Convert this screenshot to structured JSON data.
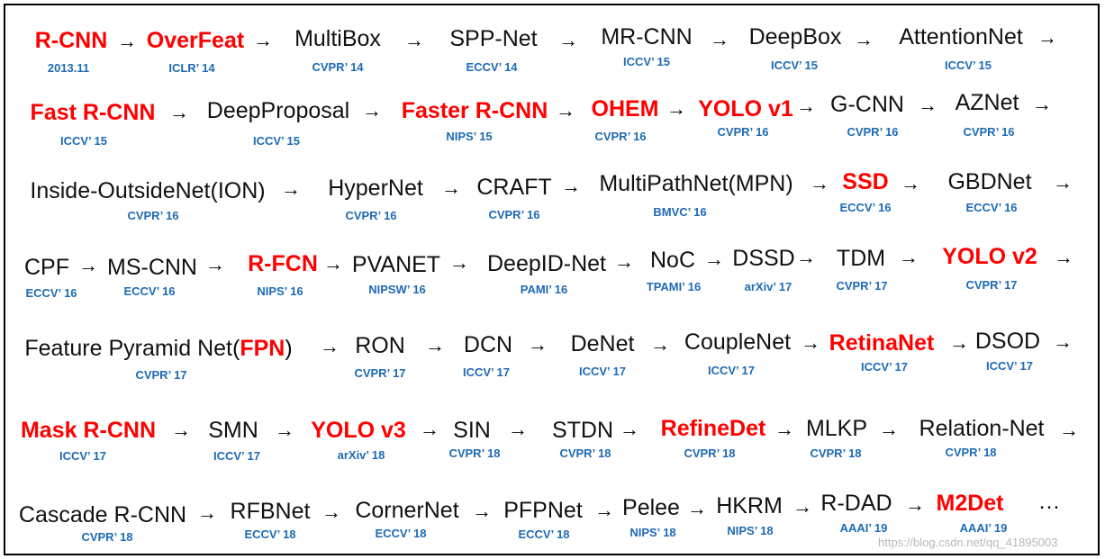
{
  "colors": {
    "highlight": "#ff0000",
    "venue": "#1e6ab4",
    "text": "#111111",
    "arrow": "#000000",
    "watermark": "#b8b8b8"
  },
  "rows": [
    {
      "items": [
        {
          "name": "R-CNN",
          "venue": "2013.11",
          "highlight": true
        },
        {
          "name": "OverFeat",
          "venue": "ICLR’ 14",
          "highlight": true
        },
        {
          "name": "MultiBox",
          "venue": "CVPR’ 14",
          "highlight": false
        },
        {
          "name": "SPP-Net",
          "venue": "ECCV’ 14",
          "highlight": false
        },
        {
          "name": "MR-CNN",
          "venue": "ICCV’ 15",
          "highlight": false
        },
        {
          "name": "DeepBox",
          "venue": "ICCV’ 15",
          "highlight": false
        },
        {
          "name": "AttentionNet",
          "venue": "ICCV’ 15",
          "highlight": false
        }
      ]
    },
    {
      "items": [
        {
          "name": "Fast R-CNN",
          "venue": "ICCV’ 15",
          "highlight": true
        },
        {
          "name": "DeepProposal",
          "venue": "ICCV’ 15",
          "highlight": false
        },
        {
          "name": "Faster R-CNN",
          "venue": "NIPS’ 15",
          "highlight": true
        },
        {
          "name": "OHEM",
          "venue": "CVPR’ 16",
          "highlight": true
        },
        {
          "name": "YOLO v1",
          "venue": "CVPR’ 16",
          "highlight": true
        },
        {
          "name": "G-CNN",
          "venue": "CVPR’ 16",
          "highlight": false
        },
        {
          "name": "AZNet",
          "venue": "CVPR’ 16",
          "highlight": false
        }
      ]
    },
    {
      "items": [
        {
          "name": "Inside-OutsideNet(ION)",
          "venue": "CVPR’ 16",
          "highlight": false
        },
        {
          "name": "HyperNet",
          "venue": "CVPR’ 16",
          "highlight": false
        },
        {
          "name": "CRAFT",
          "venue": "CVPR’ 16",
          "highlight": false
        },
        {
          "name": "MultiPathNet(MPN)",
          "venue": "BMVC’ 16",
          "highlight": false
        },
        {
          "name": "SSD",
          "venue": "ECCV’ 16",
          "highlight": true
        },
        {
          "name": "GBDNet",
          "venue": "ECCV’ 16",
          "highlight": false
        }
      ]
    },
    {
      "items": [
        {
          "name": "CPF",
          "venue": "ECCV’ 16",
          "highlight": false
        },
        {
          "name": "MS-CNN",
          "venue": "ECCV’ 16",
          "highlight": false
        },
        {
          "name": "R-FCN",
          "venue": "NIPS’ 16",
          "highlight": true
        },
        {
          "name": "PVANET",
          "venue": "NIPSW’ 16",
          "highlight": false
        },
        {
          "name": "DeepID-Net",
          "venue": "PAMI’ 16",
          "highlight": false
        },
        {
          "name": "NoC",
          "venue": "TPAMI’ 16",
          "highlight": false
        },
        {
          "name": "DSSD",
          "venue": "arXiv’ 17",
          "highlight": false
        },
        {
          "name": "TDM",
          "venue": "CVPR’ 17",
          "highlight": false
        },
        {
          "name": "YOLO v2",
          "venue": "CVPR’ 17",
          "highlight": true
        }
      ]
    },
    {
      "items": [
        {
          "name_parts": [
            "Feature Pyramid Net(",
            "FPN",
            ")"
          ],
          "venue": "CVPR’ 17",
          "highlight": false
        },
        {
          "name": "RON",
          "venue": "CVPR’ 17",
          "highlight": false
        },
        {
          "name": "DCN",
          "venue": "ICCV’ 17",
          "highlight": false
        },
        {
          "name": "DeNet",
          "venue": "ICCV’ 17",
          "highlight": false
        },
        {
          "name": "CoupleNet",
          "venue": "ICCV’ 17",
          "highlight": false
        },
        {
          "name": "RetinaNet",
          "venue": "ICCV’ 17",
          "highlight": true
        },
        {
          "name": "DSOD",
          "venue": "ICCV’ 17",
          "highlight": false
        }
      ]
    },
    {
      "items": [
        {
          "name": "Mask R-CNN",
          "venue": "ICCV’ 17",
          "highlight": true
        },
        {
          "name": "SMN",
          "venue": "ICCV’ 17",
          "highlight": false
        },
        {
          "name": "YOLO v3",
          "venue": "arXiv’ 18",
          "highlight": true
        },
        {
          "name": "SIN",
          "venue": "CVPR’ 18",
          "highlight": false
        },
        {
          "name": "STDN",
          "venue": "CVPR’ 18",
          "highlight": false
        },
        {
          "name": "RefineDet",
          "venue": "CVPR’ 18",
          "highlight": true
        },
        {
          "name": "MLKP",
          "venue": "CVPR’ 18",
          "highlight": false
        },
        {
          "name": "Relation-Net",
          "venue": "CVPR’ 18",
          "highlight": false
        }
      ]
    },
    {
      "items": [
        {
          "name": "Cascade R-CNN",
          "venue": "CVPR’ 18",
          "highlight": false
        },
        {
          "name": "RFBNet",
          "venue": "ECCV’ 18",
          "highlight": false
        },
        {
          "name": "CornerNet",
          "venue": "ECCV’ 18",
          "highlight": false
        },
        {
          "name": "PFPNet",
          "venue": "ECCV’ 18",
          "highlight": false
        },
        {
          "name": "Pelee",
          "venue": "NIPS’ 18",
          "highlight": false
        },
        {
          "name": "HKRM",
          "venue": "NIPS’ 18",
          "highlight": false
        },
        {
          "name": "R-DAD",
          "venue": "AAAI’ 19",
          "highlight": false
        },
        {
          "name": "M2Det",
          "venue": "AAAI’ 19",
          "highlight": true
        }
      ],
      "ellipsis": "…"
    }
  ],
  "arrow_glyph": "→",
  "watermark": "https://blog.csdn.net/qq_41895003"
}
